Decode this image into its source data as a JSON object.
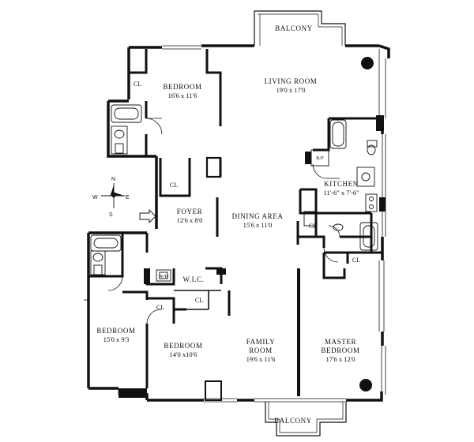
{
  "rooms": {
    "balcony_top": {
      "name": "BALCONY"
    },
    "living_room": {
      "name": "LIVING ROOM",
      "dim": "19'0 x 17'0"
    },
    "bedroom_1": {
      "name": "BEDROOM",
      "dim": "16'6 x 11'6"
    },
    "kitchen": {
      "name": "KITCHEN",
      "dim": "11'-6\" x 7'-6\""
    },
    "foyer": {
      "name": "FOYER",
      "dim": "12'6 x 8'0"
    },
    "dining_area": {
      "name": "DINING AREA",
      "dim": "15'6 x 11'0"
    },
    "wic": {
      "name": "W.I.C."
    },
    "bedroom_2": {
      "name": "BEDROOM",
      "dim": "15'0 x 9'3"
    },
    "bedroom_3": {
      "name": "BEDROOM",
      "dim": "14'0 x10'6"
    },
    "family_room": {
      "name": "FAMILY",
      "name2": "ROOM",
      "dim": "19'6 x 11'6"
    },
    "master_bedroom": {
      "name": "MASTER",
      "name2": "BEDROOM",
      "dim": "17'6 x 12'0"
    },
    "balcony_bottom": {
      "name": "BALCONY"
    }
  },
  "closets": {
    "cl_bedroom1": "CL",
    "cl_foyer": "CL",
    "cl_kitchen": "CL",
    "cl_master": "CL",
    "cl_wic": "CL",
    "cl_bedroom2": "CL"
  },
  "fixtures": {
    "refrigerator": "R/F",
    "washer_dryer": "W/D"
  },
  "compass": {
    "n": "N",
    "s": "S",
    "e": "E",
    "w": "W"
  },
  "colors": {
    "wall": "#111111",
    "paper": "#ffffff"
  }
}
